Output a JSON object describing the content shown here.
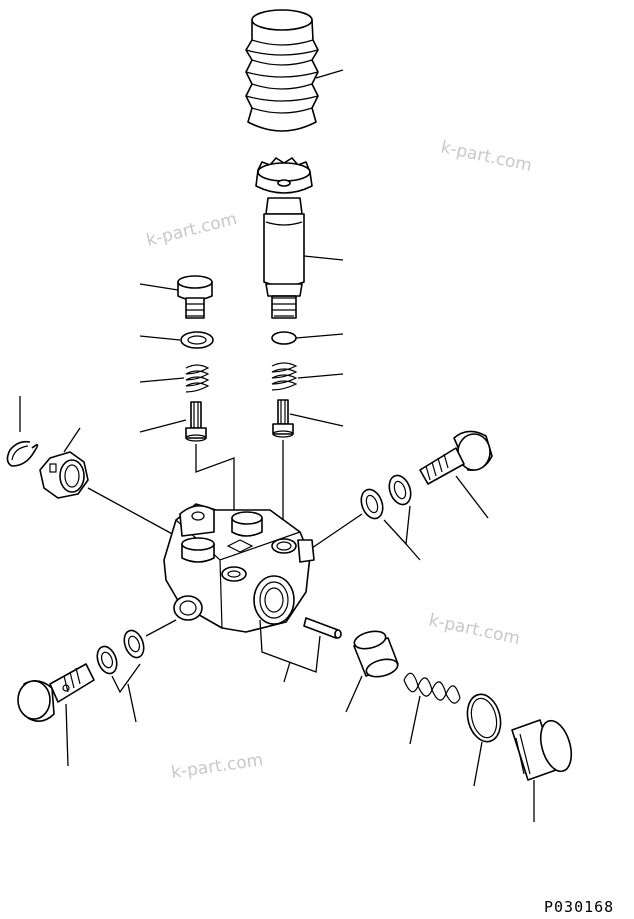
{
  "figure": {
    "drawing_number": "P030168",
    "watermarks": [
      "k-part.com",
      "k-part.com",
      "k-part.com",
      "k-part.com"
    ]
  }
}
